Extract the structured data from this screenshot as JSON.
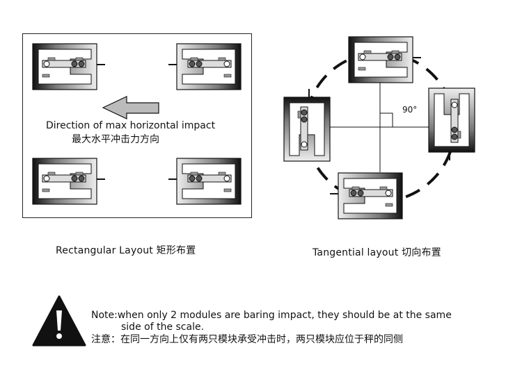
{
  "left_panel": {
    "direction_en": "Direction of max horizontal impact",
    "direction_cn": "最大水平冲击力方向",
    "caption": "Rectangular Layout  矩形布置"
  },
  "right_panel": {
    "angle_label": "90°",
    "caption": "Tangential  layout  切向布置"
  },
  "note": {
    "line1": "Note:when only 2 modules are baring impact, they should be at the same",
    "line2": "side of the scale.",
    "line3": "注意：在同一方向上仅有两只模块承受冲击时，两只模块应位于秤的同侧"
  },
  "icons": {
    "warning": "warning-triangle-icon",
    "arrow": "left-arrow-icon"
  }
}
